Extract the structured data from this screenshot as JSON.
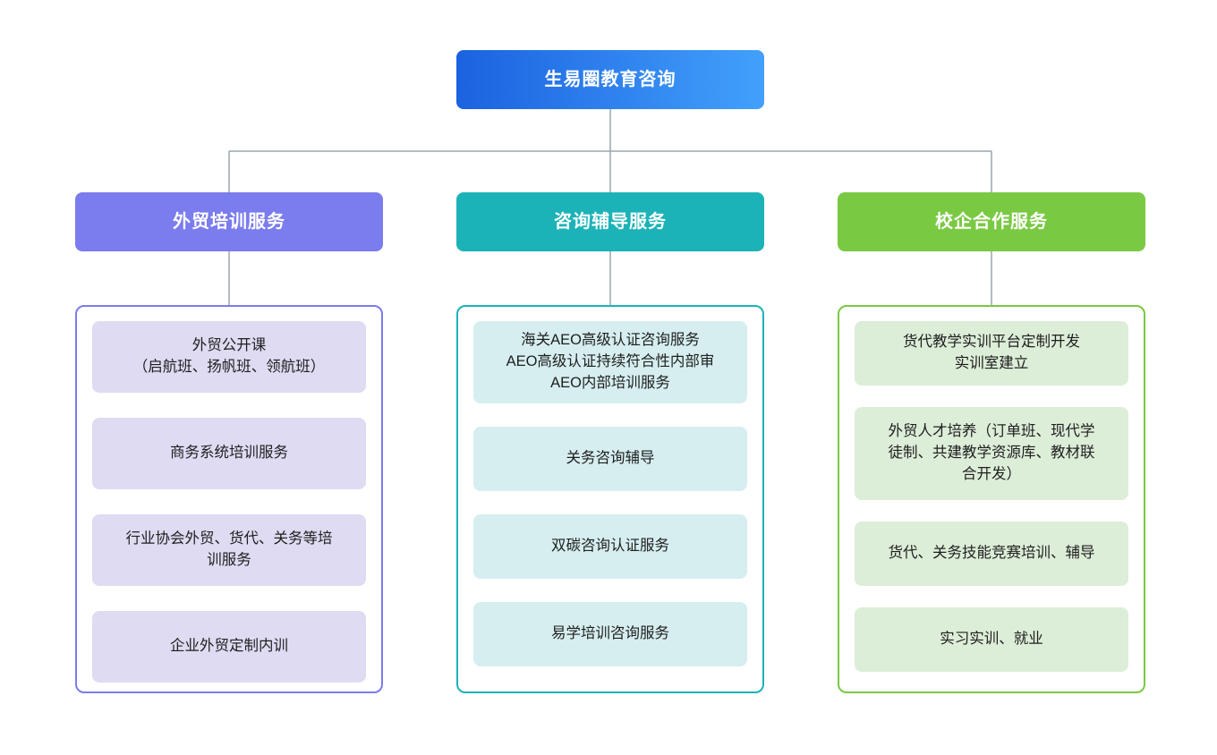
{
  "diagram": {
    "type": "organization-chart",
    "orientation": "top-down",
    "background_color": "#ffffff",
    "connector_color": "#9aa5ad"
  },
  "root": {
    "label": "生易圈教育咨询",
    "gradient_from": "#1b62e0",
    "gradient_to": "#42a0fb",
    "text_color": "#ffffff"
  },
  "branches": [
    {
      "label": "外贸培训服务",
      "header_color": "#7b7ced",
      "border_color": "#7b7ced",
      "card_color": "#dedbf2",
      "text_color": "#ffffff",
      "items": [
        {
          "label": "外贸公开课\n（启航班、扬帆班、领航班）"
        },
        {
          "label": "商务系统培训服务"
        },
        {
          "label": "行业协会外贸、货代、关务等培\n训服务"
        },
        {
          "label": "企业外贸定制内训"
        }
      ]
    },
    {
      "label": "咨询辅导服务",
      "header_color": "#1cb3b8",
      "border_color": "#1cb3b8",
      "card_color": "#d6eef0",
      "text_color": "#ffffff",
      "items": [
        {
          "label": "海关AEO高级认证咨询服务\nAEO高级认证持续符合性内部审\nAEO内部培训服务"
        },
        {
          "label": "关务咨询辅导"
        },
        {
          "label": "双碳咨询认证服务"
        },
        {
          "label": "易学培训咨询服务"
        }
      ]
    },
    {
      "label": "校企合作服务",
      "header_color": "#7ac943",
      "border_color": "#7ac943",
      "card_color": "#dcedd8",
      "text_color": "#ffffff",
      "items": [
        {
          "label": "货代教学实训平台定制开发\n实训室建立"
        },
        {
          "label": "外贸人才培养（订单班、现代学\n徒制、共建教学资源库、教材联\n合开发）"
        },
        {
          "label": "货代、关务技能竞赛培训、辅导"
        },
        {
          "label": "实习实训、就业"
        }
      ]
    }
  ]
}
